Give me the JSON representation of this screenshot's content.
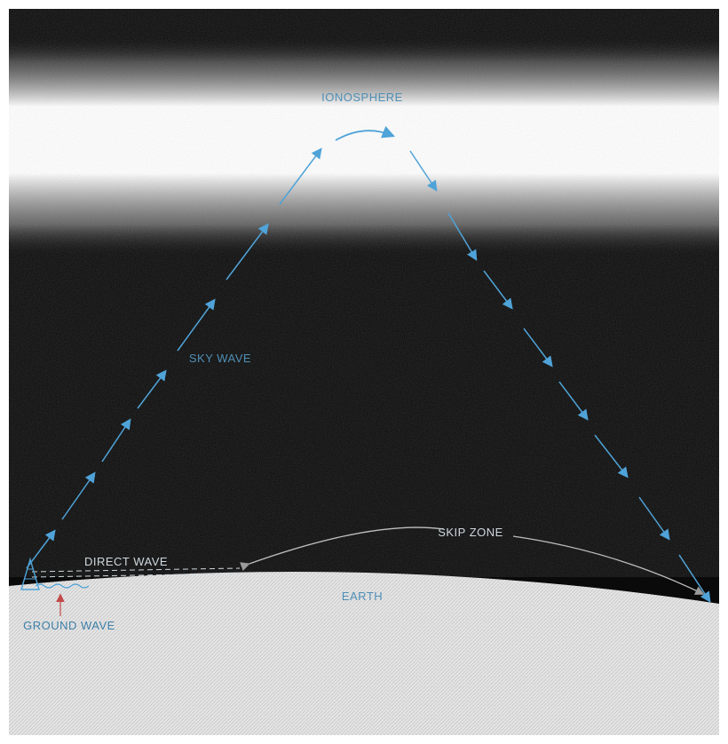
{
  "labels": {
    "ionosphere": "IONOSPHERE",
    "sky_wave": "SKY WAVE",
    "direct_wave": "DIRECT WAVE",
    "skip_zone": "SKIP ZONE",
    "earth": "EARTH",
    "ground_wave": "GROUND WAVE"
  },
  "colors": {
    "sky": "#0a0a0a",
    "ionosphere": "#ffffff",
    "earth": "#e6e6e6",
    "wave": "#4fa3d8",
    "label": "#4f8fb6",
    "ground_label": "#3d7fa8",
    "arrow_red": "#c44a4a"
  }
}
